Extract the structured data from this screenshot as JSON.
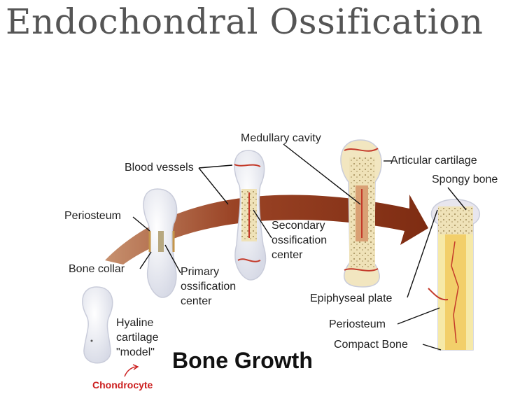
{
  "title": "Endochondral Ossification",
  "labels": {
    "medullary_cavity": "Medullary cavity",
    "blood_vessels": "Blood vessels",
    "articular_cartilage": "Articular cartilage",
    "spongy_bone": "Spongy bone",
    "periosteum_left": "Periosteum",
    "secondary_center": [
      "Secondary",
      "ossification",
      "center"
    ],
    "bone_collar": "Bone collar",
    "primary_center": [
      "Primary",
      "ossification",
      "center"
    ],
    "epiphyseal_plate": "Epiphyseal plate",
    "hyaline_model": [
      "Hyaline",
      "cartilage",
      "\"model\""
    ],
    "periosteum_right": "Periosteum",
    "compact_bone": "Compact Bone"
  },
  "heading": "Bone Growth",
  "annotation": "Chondrocyte",
  "colors": {
    "arrow": "#8b3a1e",
    "cartilage": "#e8eaf2",
    "bone": "#f0e0a8",
    "vessel": "#c43a2a",
    "annotation": "#cc1f1f"
  }
}
